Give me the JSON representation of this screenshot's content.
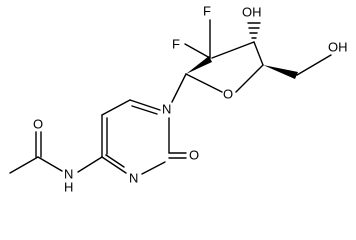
{
  "molecule": {
    "atoms": {
      "o_carbonyl_acetyl": "O",
      "n_amide": "N",
      "h_amide": "H",
      "n_ring_bottom": "N",
      "o_carbonyl_ring": "O",
      "n_ring_glycosidic": "N",
      "o_furanose": "O",
      "f_upper": "F",
      "f_lower": "F",
      "oh_ring": "OH",
      "oh_primary": "OH"
    }
  }
}
